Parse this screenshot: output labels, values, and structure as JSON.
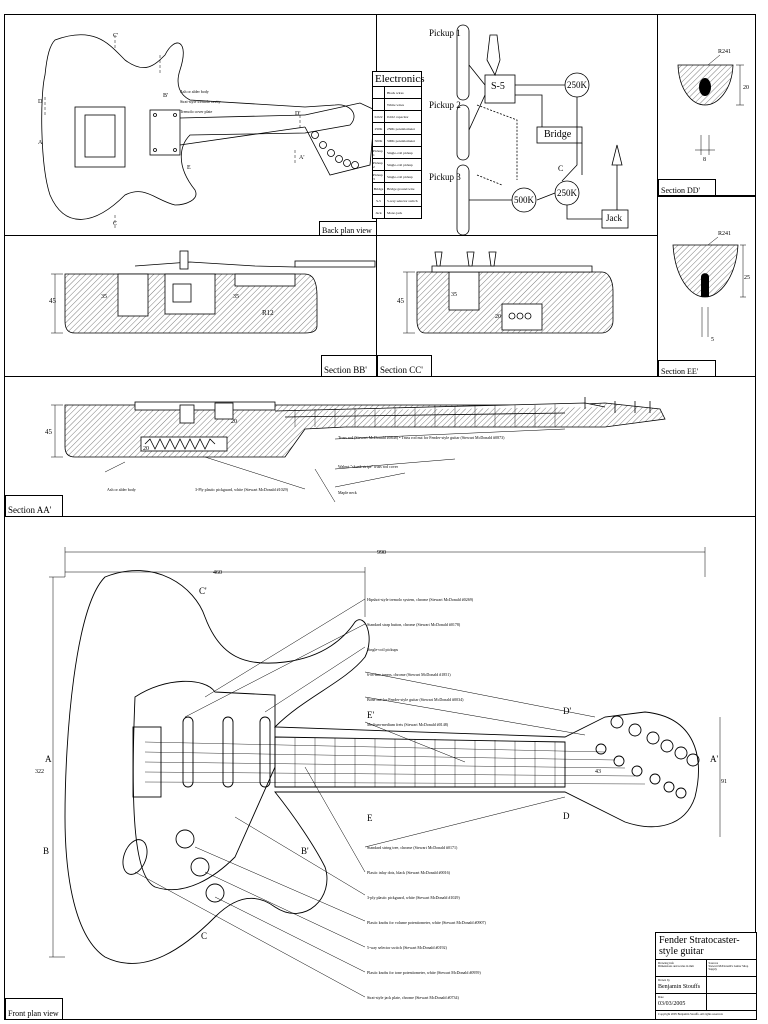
{
  "views": {
    "back_plan": "Back plan view",
    "section_dd": "Section DD'",
    "section_bb": "Section BB'",
    "section_cc": "Section CC'",
    "section_ee": "Section EE'",
    "section_aa": "Section AA'",
    "front_plan": "Front plan view"
  },
  "electronics": {
    "heading": "Electronics",
    "legend": [
      {
        "code": "",
        "desc": "Black wires"
      },
      {
        "code": "",
        "desc": "White wires"
      },
      {
        "code": "0.022",
        "desc": "0.022 capacitor"
      },
      {
        "code": "250K",
        "desc": "250K potentiometer"
      },
      {
        "code": "500K",
        "desc": "500K potentiometer"
      },
      {
        "code": "Pickup 1",
        "desc": "Single-coil pickup"
      },
      {
        "code": "Pickup 2",
        "desc": "Single-coil pickup"
      },
      {
        "code": "Pickup 3",
        "desc": "Single-coil pickup"
      },
      {
        "code": "Bridge",
        "desc": "Bridge ground wire"
      },
      {
        "code": "S-5",
        "desc": "5-way selector switch"
      },
      {
        "code": "Jack",
        "desc": "Mono jack"
      }
    ],
    "labels": {
      "pickup1": "Pickup 1",
      "pickup2": "Pickup 2",
      "pickup3": "Pickup 3",
      "switch": "S-5",
      "pot_top": "250K",
      "pot_mid": "250K",
      "pot_left": "500K",
      "bridge": "Bridge",
      "jack": "Jack",
      "cap": "C"
    }
  },
  "dims": {
    "dd_radius": "R241",
    "dd_height": "20",
    "dd_width": "8",
    "ee_radius": "R241",
    "ee_height": "25",
    "ee_width": "5",
    "bb_height": "45",
    "bb_a": "35",
    "bb_b": "35",
    "bb_r": "R12",
    "cc_height": "45",
    "cc_a": "35",
    "cc_b": "20",
    "aa_height": "45",
    "aa_20a": "20",
    "aa_20b": "20",
    "front_total": "990",
    "front_body": "460",
    "front_width": "322",
    "front_headstock": "91",
    "front_nut": "43"
  },
  "section_letters": {
    "a": "A",
    "a_prime": "A'",
    "b": "B",
    "b_prime": "B'",
    "c": "C",
    "c_prime": "C'",
    "d": "D",
    "d_prime": "D'",
    "e": "E",
    "e_prime": "E'"
  },
  "section_aa_callouts": [
    "Truss rod (Stewart McDonald #0848) • Truss rod nut for Fender-style guitar (Stewart McDonald #0873)",
    "Walnut \"skunk stripe\" truss rod cover",
    "Maple neck",
    "Ash or alder body",
    "3-Ply plastic pickguard, white (Stewart McDonald #1029)"
  ],
  "front_callouts_top": [
    "Hipshot-style tremolo system, chrome (Stewart McDonald #0269)",
    "Standard strap button, chrome (Stewart McDonald #0178)",
    "Single-coil pickups",
    "6-in-line tuners, chrome (Stewart McDonald #1851)",
    "Bone nut for Fender-style guitar (Stewart McDonald #0034)",
    "Medium-medium frets (Stewart McDonald #0148)"
  ],
  "front_callouts_bottom": [
    "Standard string tree, chrome (Stewart McDonald #0171)",
    "Plastic inlay dots, black (Stewart McDonald #0016)",
    "3-ply plastic pickguard, white (Stewart McDonald #1029)",
    "Plastic knobs for volume potentiometer, white (Stewart McDonald #0907)",
    "5-way selector switch (Stewart McDonald #0192)",
    "Plastic knobs for tone potentiometer, white (Stewart McDonald #0959)",
    "Strat-style jack plate, chrome (Stewart McDonald #0734)"
  ],
  "title_block": {
    "title": "Fender Stratocaster-style guitar",
    "drawing_info_cap": "Drawing info",
    "drawing_info": "Dimensions and scales in mm",
    "drawn_by_cap": "Drawn by",
    "drawn_by": "Benjamin Stouffs",
    "date_cap": "Date",
    "date": "03/03/2005",
    "notes_cap": "Sources",
    "notes": "Stewart McDonald's Guitar Shop Supply",
    "copyright": "Copyright 2005 Benjamin Stouffs. All rights reserved."
  }
}
